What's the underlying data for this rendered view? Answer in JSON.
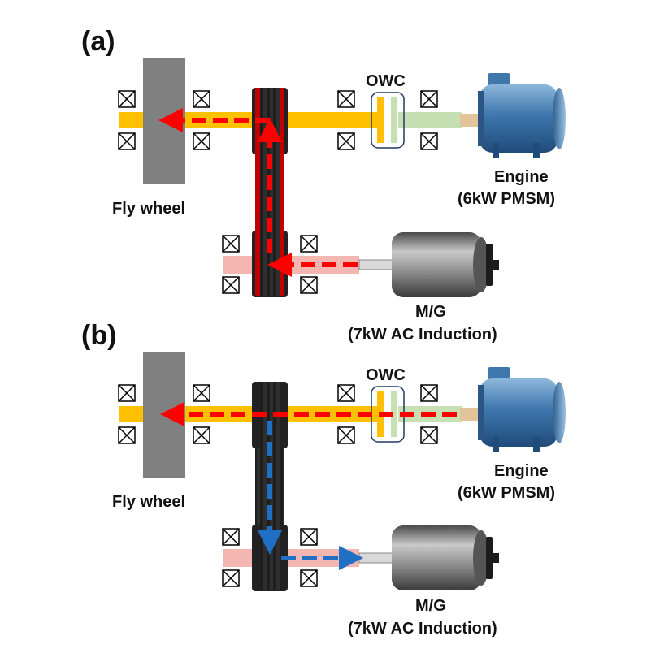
{
  "panels": [
    {
      "label": "(a)",
      "owc_label": "OWC",
      "engine_label_1": "Engine",
      "engine_label_2": "(6kW PMSM)",
      "flywheel_label": "Fly wheel",
      "mg_label_1": "M/G",
      "mg_label_2": "(7kW AC Induction)"
    },
    {
      "label": "(b)",
      "owc_label": "OWC",
      "engine_label_1": "Engine",
      "engine_label_2": "(6kW PMSM)",
      "flywheel_label": "Fly wheel",
      "mg_label_1": "M/G",
      "mg_label_2": "(7kW AC Induction)"
    }
  ],
  "colors": {
    "shaft": "#FFC000",
    "engine_coupling": "#C6E0B4",
    "mg_shaft": "#F4B6B0",
    "flywheel": "#808080",
    "belt": "#2B2B2B",
    "belt_flow": "#C00000",
    "charge_flow": "#0070C0",
    "engine_body": "#4A7FB0",
    "mg_body": "#8A8A8A"
  }
}
